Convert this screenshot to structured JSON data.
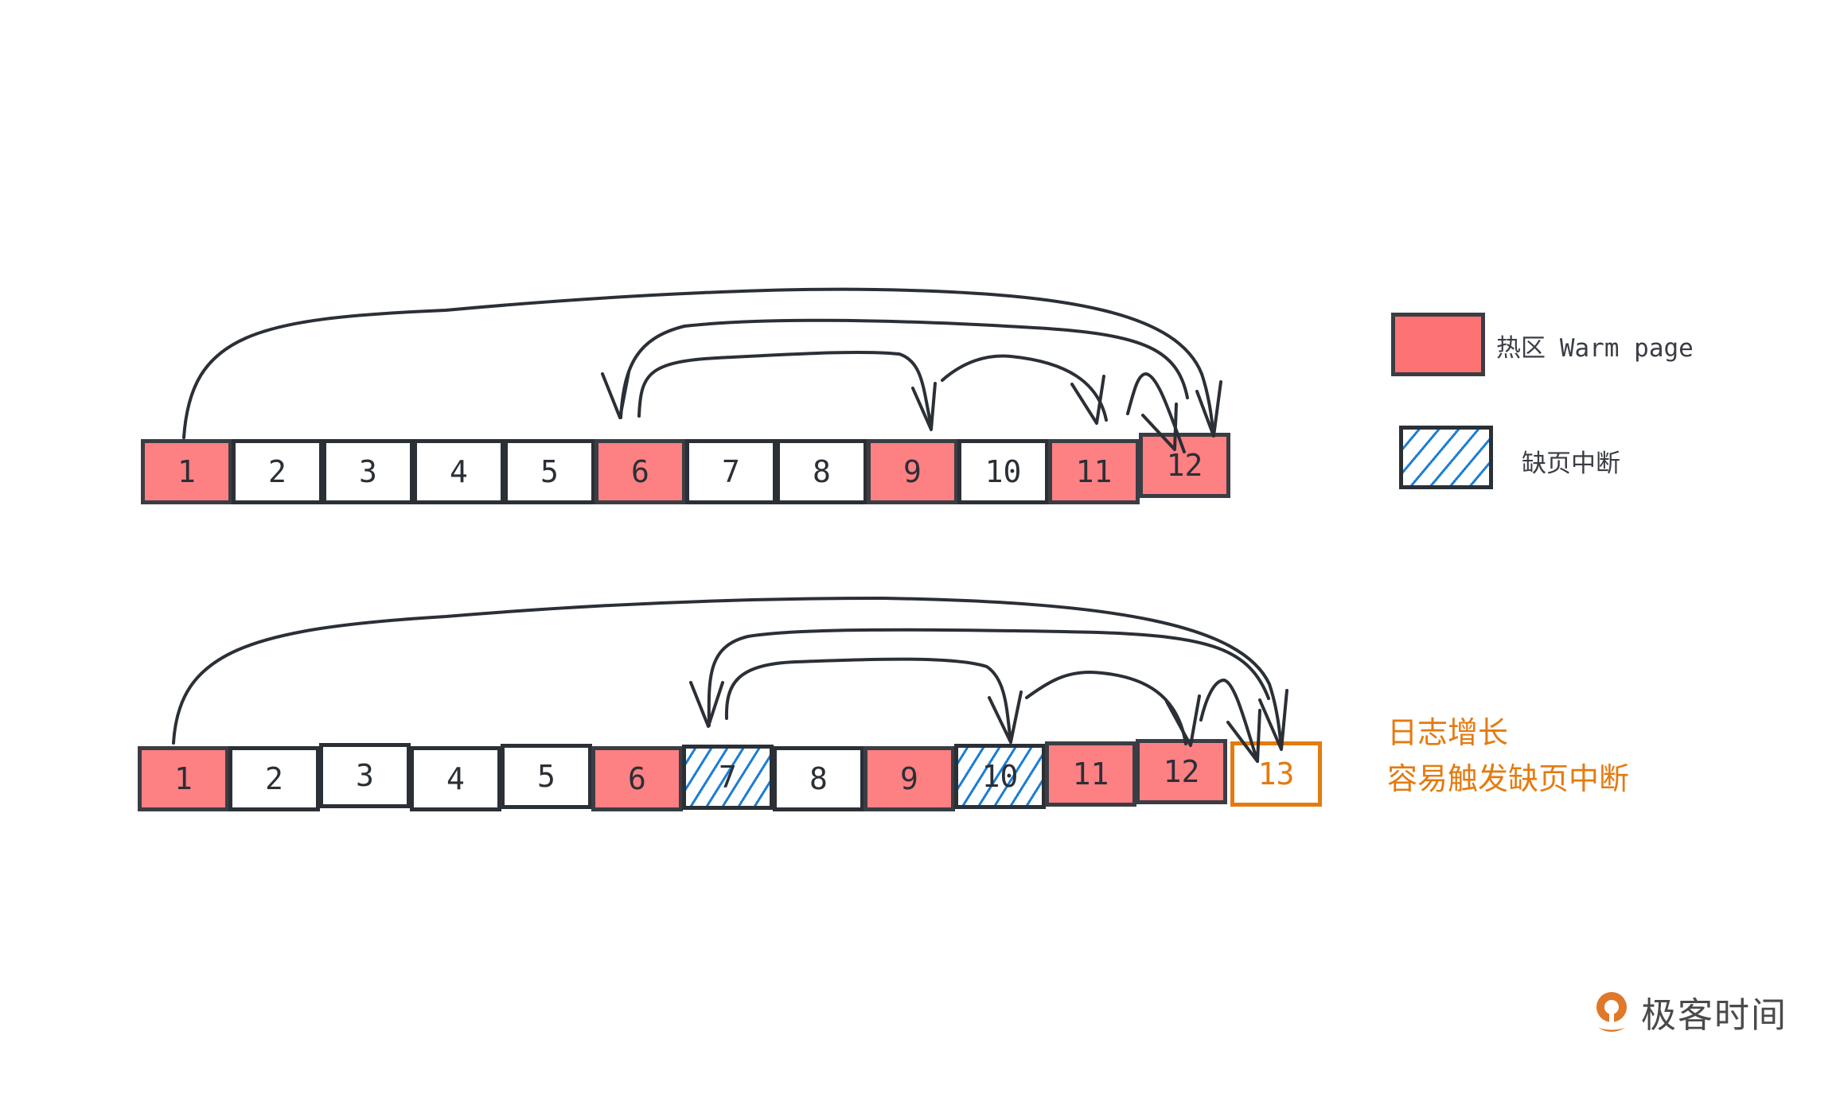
{
  "legend": {
    "items": [
      {
        "label_cn": "热区",
        "label_en": "Warm page",
        "style": "warm",
        "color": "#fd7374"
      },
      {
        "label_cn": "缺页中断",
        "style": "page-fault-hatched",
        "color": "#1c7ed6"
      }
    ]
  },
  "diagram": {
    "before": {
      "pages": [
        {
          "n": "1",
          "state": "warm"
        },
        {
          "n": "2",
          "state": "normal"
        },
        {
          "n": "3",
          "state": "normal"
        },
        {
          "n": "4",
          "state": "normal"
        },
        {
          "n": "5",
          "state": "normal"
        },
        {
          "n": "6",
          "state": "warm"
        },
        {
          "n": "7",
          "state": "normal"
        },
        {
          "n": "8",
          "state": "normal"
        },
        {
          "n": "9",
          "state": "warm"
        },
        {
          "n": "10",
          "state": "normal"
        },
        {
          "n": "11",
          "state": "warm"
        },
        {
          "n": "12",
          "state": "warm"
        }
      ],
      "arrows": [
        {
          "from": "1",
          "to": "12"
        },
        {
          "from": "12",
          "to": "6"
        },
        {
          "from": "6",
          "to": "9"
        },
        {
          "from": "9",
          "to": "11"
        },
        {
          "from": "11",
          "to": "12"
        }
      ]
    },
    "after": {
      "pages": [
        {
          "n": "1",
          "state": "warm"
        },
        {
          "n": "2",
          "state": "normal"
        },
        {
          "n": "3",
          "state": "normal"
        },
        {
          "n": "4",
          "state": "normal"
        },
        {
          "n": "5",
          "state": "normal"
        },
        {
          "n": "6",
          "state": "warm"
        },
        {
          "n": "7",
          "state": "fault"
        },
        {
          "n": "8",
          "state": "normal"
        },
        {
          "n": "9",
          "state": "warm"
        },
        {
          "n": "10",
          "state": "fault"
        },
        {
          "n": "11",
          "state": "warm"
        },
        {
          "n": "12",
          "state": "warm"
        },
        {
          "n": "13",
          "state": "new"
        }
      ],
      "arrows": [
        {
          "from": "1",
          "to": "13"
        },
        {
          "from": "13",
          "to": "7"
        },
        {
          "from": "7",
          "to": "10"
        },
        {
          "from": "10",
          "to": "12"
        },
        {
          "from": "12",
          "to": "13"
        }
      ]
    }
  },
  "note": {
    "line1": "日志增长",
    "line2": "容易触发缺页中断",
    "color": "#e37b10"
  },
  "brand": {
    "name": "极客时间",
    "icon": "geektime-logo-icon",
    "color": "#e0782a"
  },
  "colors": {
    "warm": "#fd8083",
    "stroke": "#2b2f36",
    "fault_hatch": "#1c7ed6",
    "new_page": "#e37b10"
  }
}
